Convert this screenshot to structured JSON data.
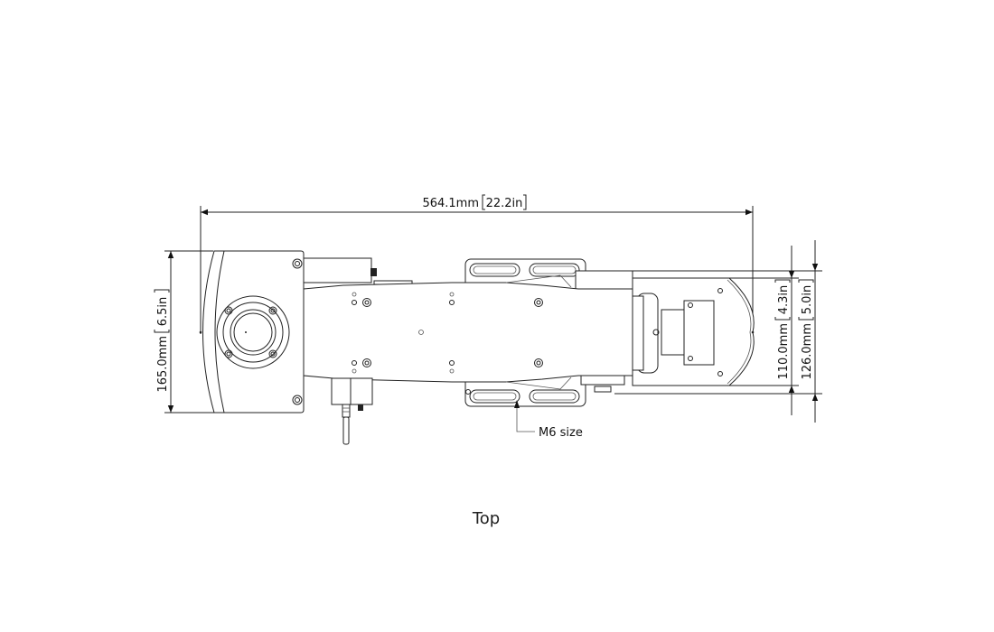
{
  "drawing": {
    "view_label": "Top",
    "dimensions": {
      "overall_length": {
        "metric": "564.1mm",
        "imperial": "22.2in"
      },
      "base_width": {
        "metric": "165.0mm",
        "imperial": "6.5in"
      },
      "tool_width_inner": {
        "metric": "110.0mm",
        "imperial": "4.3in"
      },
      "tool_width_outer": {
        "metric": "126.0mm",
        "imperial": "5.0in"
      }
    },
    "callouts": {
      "thread": "M6 size"
    },
    "line_color": "#222222"
  }
}
